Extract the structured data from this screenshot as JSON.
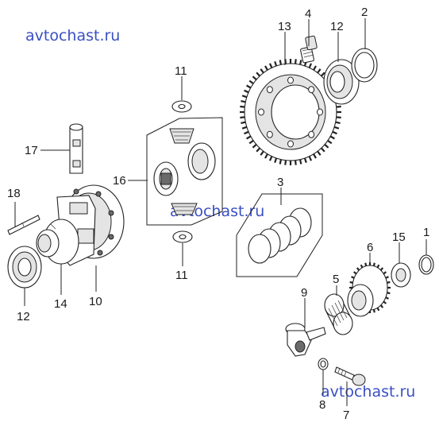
{
  "watermarks": [
    "avtochast.ru",
    "avtochast.ru",
    "avtochast.ru"
  ],
  "callouts": {
    "c1": "1",
    "c2": "2",
    "c3": "3",
    "c4": "4",
    "c5": "5",
    "c6": "6",
    "c7": "7",
    "c8": "8",
    "c9": "9",
    "c10": "10",
    "c11a": "11",
    "c11b": "11",
    "c12a": "12",
    "c12b": "12",
    "c13": "13",
    "c14": "14",
    "c15": "15",
    "c16": "16",
    "c17": "17",
    "c18": "18"
  },
  "colors": {
    "watermark": "#3b4fc4",
    "line": "#222222"
  }
}
